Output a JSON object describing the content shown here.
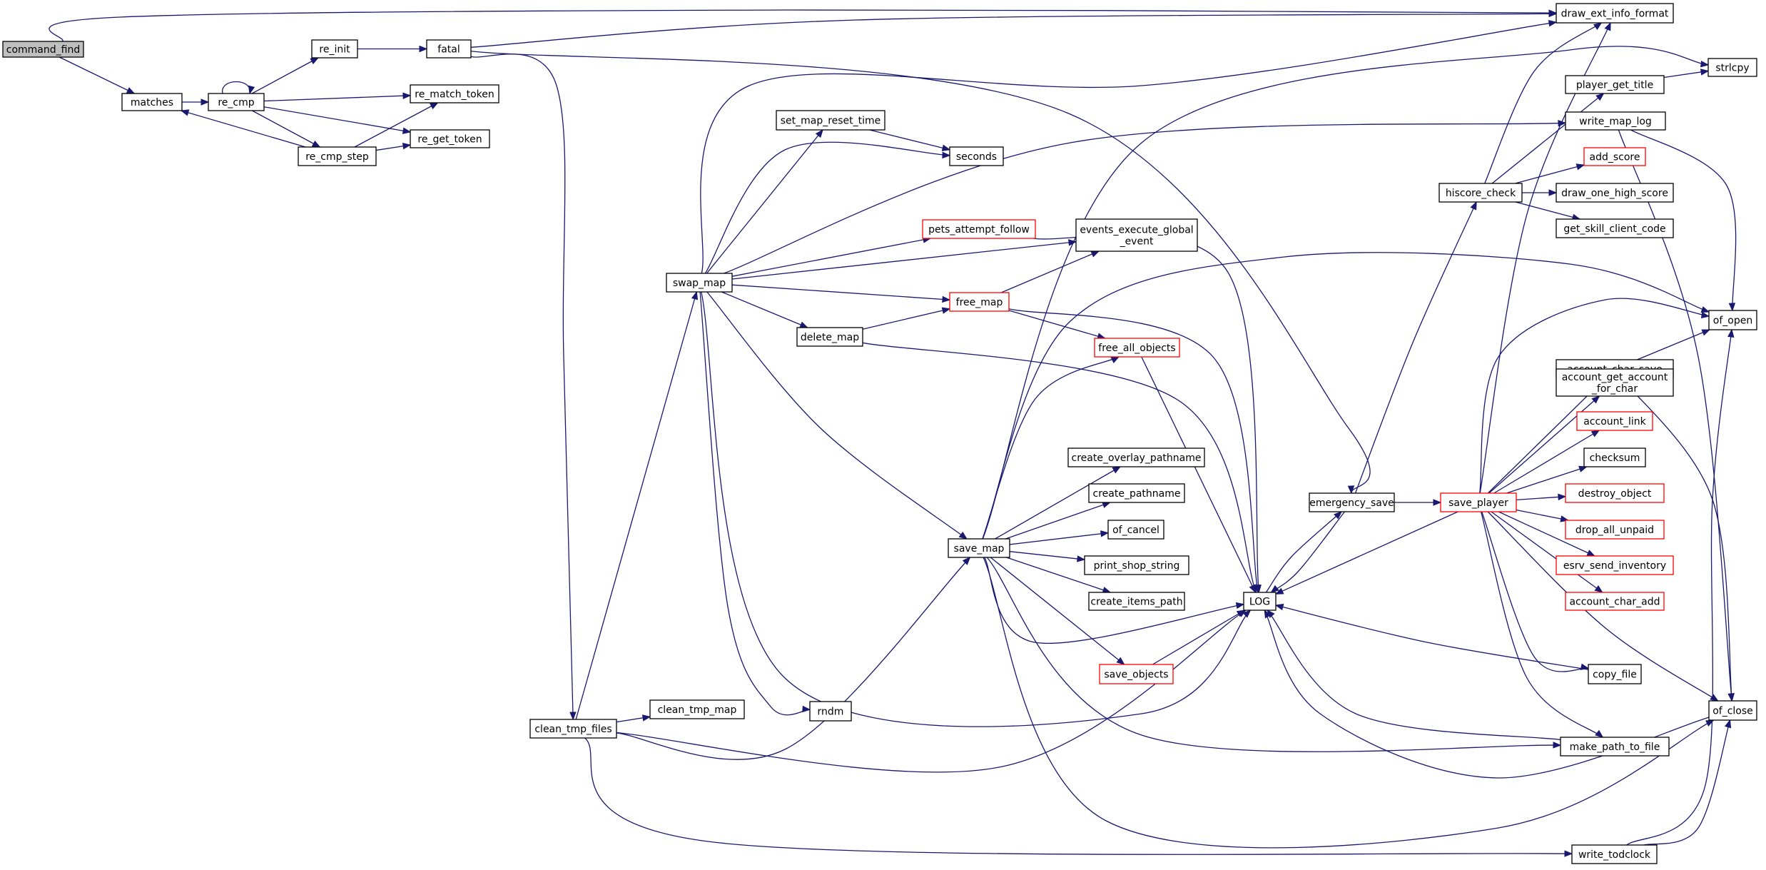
{
  "title": "",
  "colors": {
    "edge": "#191970",
    "border_normal": "#000000",
    "border_truncated": "#ff0000",
    "fill_normal": "#ffffff",
    "fill_focus": "#bfbfbf",
    "text": "#000000"
  },
  "nodes": [
    {
      "id": "command_find",
      "lines": [
        "command_find"
      ],
      "style": "focus"
    },
    {
      "id": "matches",
      "lines": [
        "matches"
      ],
      "style": "normal"
    },
    {
      "id": "re_cmp",
      "lines": [
        "re_cmp"
      ],
      "style": "normal"
    },
    {
      "id": "re_init",
      "lines": [
        "re_init"
      ],
      "style": "normal"
    },
    {
      "id": "fatal",
      "lines": [
        "fatal"
      ],
      "style": "normal"
    },
    {
      "id": "re_match_token",
      "lines": [
        "re_match_token"
      ],
      "style": "normal"
    },
    {
      "id": "re_get_token",
      "lines": [
        "re_get_token"
      ],
      "style": "normal"
    },
    {
      "id": "re_cmp_step",
      "lines": [
        "re_cmp_step"
      ],
      "style": "normal"
    },
    {
      "id": "draw_ext_info_format",
      "lines": [
        "draw_ext_info_format"
      ],
      "style": "normal"
    },
    {
      "id": "strlcpy",
      "lines": [
        "strlcpy"
      ],
      "style": "normal"
    },
    {
      "id": "player_get_title",
      "lines": [
        "player_get_title"
      ],
      "style": "normal"
    },
    {
      "id": "write_map_log",
      "lines": [
        "write_map_log"
      ],
      "style": "normal"
    },
    {
      "id": "add_score",
      "lines": [
        "add_score"
      ],
      "style": "truncated"
    },
    {
      "id": "hiscore_check",
      "lines": [
        "hiscore_check"
      ],
      "style": "normal"
    },
    {
      "id": "draw_one_high_score",
      "lines": [
        "draw_one_high_score"
      ],
      "style": "normal"
    },
    {
      "id": "get_skill_client_code",
      "lines": [
        "get_skill_client_code"
      ],
      "style": "normal"
    },
    {
      "id": "set_map_reset_time",
      "lines": [
        "set_map_reset_time"
      ],
      "style": "normal"
    },
    {
      "id": "seconds",
      "lines": [
        "seconds"
      ],
      "style": "normal"
    },
    {
      "id": "pets_attempt_follow",
      "lines": [
        "pets_attempt_follow"
      ],
      "style": "truncated"
    },
    {
      "id": "events_execute_global_event",
      "lines": [
        "events_execute_global",
        "_event"
      ],
      "style": "normal"
    },
    {
      "id": "swap_map",
      "lines": [
        "swap_map"
      ],
      "style": "normal"
    },
    {
      "id": "free_map",
      "lines": [
        "free_map"
      ],
      "style": "truncated"
    },
    {
      "id": "delete_map",
      "lines": [
        "delete_map"
      ],
      "style": "normal"
    },
    {
      "id": "free_all_objects",
      "lines": [
        "free_all_objects"
      ],
      "style": "truncated"
    },
    {
      "id": "of_open",
      "lines": [
        "of_open"
      ],
      "style": "normal"
    },
    {
      "id": "account_char_save",
      "lines": [
        "account_char_save"
      ],
      "style": "normal"
    },
    {
      "id": "account_get_account_for_char",
      "lines": [
        "account_get_account",
        "_for_char"
      ],
      "style": "normal"
    },
    {
      "id": "account_link",
      "lines": [
        "account_link"
      ],
      "style": "truncated"
    },
    {
      "id": "create_overlay_pathname",
      "lines": [
        "create_overlay_pathname"
      ],
      "style": "normal"
    },
    {
      "id": "checksum",
      "lines": [
        "checksum"
      ],
      "style": "normal"
    },
    {
      "id": "create_pathname",
      "lines": [
        "create_pathname"
      ],
      "style": "normal"
    },
    {
      "id": "emergency_save",
      "lines": [
        "emergency_save"
      ],
      "style": "normal"
    },
    {
      "id": "save_player",
      "lines": [
        "save_player"
      ],
      "style": "truncated"
    },
    {
      "id": "destroy_object",
      "lines": [
        "destroy_object"
      ],
      "style": "truncated"
    },
    {
      "id": "of_cancel",
      "lines": [
        "of_cancel"
      ],
      "style": "normal"
    },
    {
      "id": "drop_all_unpaid",
      "lines": [
        "drop_all_unpaid"
      ],
      "style": "truncated"
    },
    {
      "id": "save_map",
      "lines": [
        "save_map"
      ],
      "style": "normal"
    },
    {
      "id": "print_shop_string",
      "lines": [
        "print_shop_string"
      ],
      "style": "normal"
    },
    {
      "id": "esrv_send_inventory",
      "lines": [
        "esrv_send_inventory"
      ],
      "style": "truncated"
    },
    {
      "id": "LOG",
      "lines": [
        "LOG"
      ],
      "style": "normal"
    },
    {
      "id": "create_items_path",
      "lines": [
        "create_items_path"
      ],
      "style": "normal"
    },
    {
      "id": "account_char_add",
      "lines": [
        "account_char_add"
      ],
      "style": "truncated"
    },
    {
      "id": "save_objects",
      "lines": [
        "save_objects"
      ],
      "style": "truncated"
    },
    {
      "id": "copy_file",
      "lines": [
        "copy_file"
      ],
      "style": "normal"
    },
    {
      "id": "of_close",
      "lines": [
        "of_close"
      ],
      "style": "normal"
    },
    {
      "id": "clean_tmp_map",
      "lines": [
        "clean_tmp_map"
      ],
      "style": "normal"
    },
    {
      "id": "rndm",
      "lines": [
        "rndm"
      ],
      "style": "normal"
    },
    {
      "id": "clean_tmp_files",
      "lines": [
        "clean_tmp_files"
      ],
      "style": "normal"
    },
    {
      "id": "make_path_to_file",
      "lines": [
        "make_path_to_file"
      ],
      "style": "normal"
    },
    {
      "id": "write_todclock",
      "lines": [
        "write_todclock"
      ],
      "style": "normal"
    }
  ],
  "edges": [
    {
      "from": "command_find",
      "to": "draw_ext_info_format"
    },
    {
      "from": "command_find",
      "to": "matches"
    },
    {
      "from": "matches",
      "to": "re_cmp"
    },
    {
      "from": "re_cmp",
      "to": "re_cmp"
    },
    {
      "from": "re_cmp",
      "to": "re_init"
    },
    {
      "from": "re_cmp",
      "to": "re_match_token"
    },
    {
      "from": "re_cmp",
      "to": "re_get_token"
    },
    {
      "from": "re_cmp",
      "to": "re_cmp_step"
    },
    {
      "from": "re_init",
      "to": "fatal"
    },
    {
      "from": "re_cmp_step",
      "to": "matches"
    },
    {
      "from": "re_cmp_step",
      "to": "re_match_token"
    },
    {
      "from": "re_cmp_step",
      "to": "re_get_token"
    },
    {
      "from": "fatal",
      "to": "draw_ext_info_format"
    },
    {
      "from": "fatal",
      "to": "emergency_save"
    },
    {
      "from": "fatal",
      "to": "clean_tmp_files"
    },
    {
      "from": "clean_tmp_files",
      "to": "clean_tmp_map"
    },
    {
      "from": "clean_tmp_files",
      "to": "swap_map"
    },
    {
      "from": "clean_tmp_files",
      "to": "save_map"
    },
    {
      "from": "clean_tmp_files",
      "to": "LOG"
    },
    {
      "from": "clean_tmp_files",
      "to": "write_todclock"
    },
    {
      "from": "swap_map",
      "to": "draw_ext_info_format"
    },
    {
      "from": "swap_map",
      "to": "set_map_reset_time"
    },
    {
      "from": "swap_map",
      "to": "seconds"
    },
    {
      "from": "swap_map",
      "to": "write_map_log"
    },
    {
      "from": "swap_map",
      "to": "pets_attempt_follow"
    },
    {
      "from": "swap_map",
      "to": "events_execute_global_event"
    },
    {
      "from": "swap_map",
      "to": "free_map"
    },
    {
      "from": "swap_map",
      "to": "delete_map"
    },
    {
      "from": "swap_map",
      "to": "save_map"
    },
    {
      "from": "swap_map",
      "to": "LOG"
    },
    {
      "from": "swap_map",
      "to": "rndm"
    },
    {
      "from": "set_map_reset_time",
      "to": "seconds"
    },
    {
      "from": "pets_attempt_follow",
      "to": "LOG"
    },
    {
      "from": "free_map",
      "to": "events_execute_global_event"
    },
    {
      "from": "free_map",
      "to": "free_all_objects"
    },
    {
      "from": "free_map",
      "to": "LOG"
    },
    {
      "from": "delete_map",
      "to": "free_map"
    },
    {
      "from": "delete_map",
      "to": "LOG"
    },
    {
      "from": "free_all_objects",
      "to": "LOG"
    },
    {
      "from": "save_map",
      "to": "strlcpy"
    },
    {
      "from": "save_map",
      "to": "free_all_objects"
    },
    {
      "from": "save_map",
      "to": "create_overlay_pathname"
    },
    {
      "from": "save_map",
      "to": "create_pathname"
    },
    {
      "from": "save_map",
      "to": "of_cancel"
    },
    {
      "from": "save_map",
      "to": "print_shop_string"
    },
    {
      "from": "save_map",
      "to": "create_items_path"
    },
    {
      "from": "save_map",
      "to": "LOG"
    },
    {
      "from": "save_map",
      "to": "save_objects"
    },
    {
      "from": "save_map",
      "to": "of_open"
    },
    {
      "from": "save_map",
      "to": "make_path_to_file"
    },
    {
      "from": "save_map",
      "to": "of_close"
    },
    {
      "from": "save_objects",
      "to": "LOG"
    },
    {
      "from": "LOG",
      "to": "emergency_save"
    },
    {
      "from": "emergency_save",
      "to": "LOG"
    },
    {
      "from": "emergency_save",
      "to": "hiscore_check"
    },
    {
      "from": "emergency_save",
      "to": "save_player"
    },
    {
      "from": "hiscore_check",
      "to": "draw_ext_info_format"
    },
    {
      "from": "hiscore_check",
      "to": "player_get_title"
    },
    {
      "from": "hiscore_check",
      "to": "add_score"
    },
    {
      "from": "hiscore_check",
      "to": "draw_one_high_score"
    },
    {
      "from": "hiscore_check",
      "to": "get_skill_client_code"
    },
    {
      "from": "player_get_title",
      "to": "strlcpy"
    },
    {
      "from": "write_map_log",
      "to": "of_open"
    },
    {
      "from": "write_map_log",
      "to": "of_close"
    },
    {
      "from": "save_player",
      "to": "LOG"
    },
    {
      "from": "save_player",
      "to": "draw_ext_info_format"
    },
    {
      "from": "save_player",
      "to": "account_char_save"
    },
    {
      "from": "save_player",
      "to": "account_get_account_for_char"
    },
    {
      "from": "save_player",
      "to": "account_link"
    },
    {
      "from": "save_player",
      "to": "checksum"
    },
    {
      "from": "save_player",
      "to": "destroy_object"
    },
    {
      "from": "save_player",
      "to": "drop_all_unpaid"
    },
    {
      "from": "save_player",
      "to": "esrv_send_inventory"
    },
    {
      "from": "save_player",
      "to": "account_char_add"
    },
    {
      "from": "save_player",
      "to": "copy_file"
    },
    {
      "from": "save_player",
      "to": "make_path_to_file"
    },
    {
      "from": "save_player",
      "to": "of_open"
    },
    {
      "from": "save_player",
      "to": "of_close"
    },
    {
      "from": "account_char_save",
      "to": "of_open"
    },
    {
      "from": "account_char_save",
      "to": "of_close"
    },
    {
      "from": "copy_file",
      "to": "LOG"
    },
    {
      "from": "make_path_to_file",
      "to": "LOG"
    },
    {
      "from": "of_close",
      "to": "LOG"
    },
    {
      "from": "write_todclock",
      "to": "of_open"
    },
    {
      "from": "write_todclock",
      "to": "of_close"
    }
  ]
}
